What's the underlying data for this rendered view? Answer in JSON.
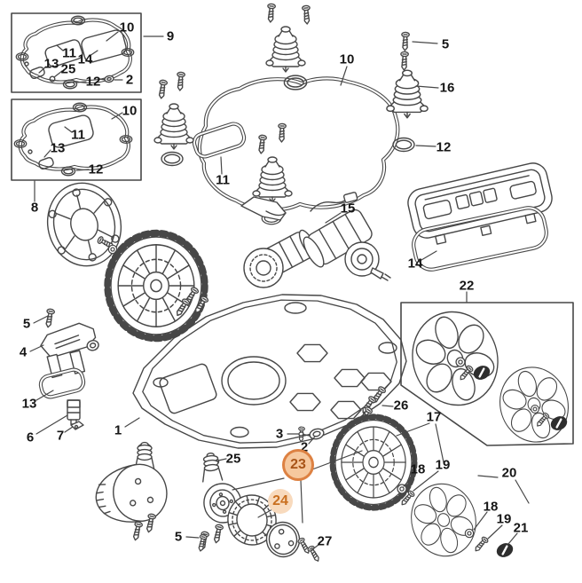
{
  "diagram": {
    "type": "exploded-parts-view",
    "background": "#ffffff",
    "line_color": "#474747",
    "highlight_colors": {
      "ring_fill": "#f6c89e",
      "ring_border": "#dd8142",
      "ring_text": "#a85418",
      "soft_fill": "#f8dabd",
      "soft_text": "#c96f1f"
    },
    "callouts": [
      {
        "label": "10",
        "highlight": "none"
      },
      {
        "label": "9",
        "highlight": "none"
      },
      {
        "label": "11",
        "highlight": "none"
      },
      {
        "label": "14",
        "highlight": "none"
      },
      {
        "label": "13",
        "highlight": "none"
      },
      {
        "label": "25",
        "highlight": "none"
      },
      {
        "label": "12",
        "highlight": "none"
      },
      {
        "label": "2",
        "highlight": "none"
      },
      {
        "label": "10",
        "highlight": "none"
      },
      {
        "label": "11",
        "highlight": "none"
      },
      {
        "label": "13",
        "highlight": "none"
      },
      {
        "label": "12",
        "highlight": "none"
      },
      {
        "label": "8",
        "highlight": "none"
      },
      {
        "label": "5",
        "highlight": "none"
      },
      {
        "label": "10",
        "highlight": "none"
      },
      {
        "label": "16",
        "highlight": "none"
      },
      {
        "label": "12",
        "highlight": "none"
      },
      {
        "label": "11",
        "highlight": "none"
      },
      {
        "label": "15",
        "highlight": "none"
      },
      {
        "label": "14",
        "highlight": "none"
      },
      {
        "label": "22",
        "highlight": "none"
      },
      {
        "label": "5",
        "highlight": "none"
      },
      {
        "label": "4",
        "highlight": "none"
      },
      {
        "label": "13",
        "highlight": "none"
      },
      {
        "label": "6",
        "highlight": "none"
      },
      {
        "label": "7",
        "highlight": "none"
      },
      {
        "label": "1",
        "highlight": "none"
      },
      {
        "label": "3",
        "highlight": "none"
      },
      {
        "label": "2",
        "highlight": "none"
      },
      {
        "label": "25",
        "highlight": "none"
      },
      {
        "label": "23",
        "highlight": "ring"
      },
      {
        "label": "24",
        "highlight": "soft"
      },
      {
        "label": "26",
        "highlight": "none"
      },
      {
        "label": "17",
        "highlight": "none"
      },
      {
        "label": "18",
        "highlight": "none"
      },
      {
        "label": "19",
        "highlight": "none"
      },
      {
        "label": "20",
        "highlight": "none"
      },
      {
        "label": "18",
        "highlight": "none"
      },
      {
        "label": "19",
        "highlight": "none"
      },
      {
        "label": "21",
        "highlight": "none"
      },
      {
        "label": "5",
        "highlight": "none"
      },
      {
        "label": "27",
        "highlight": "none"
      }
    ]
  }
}
